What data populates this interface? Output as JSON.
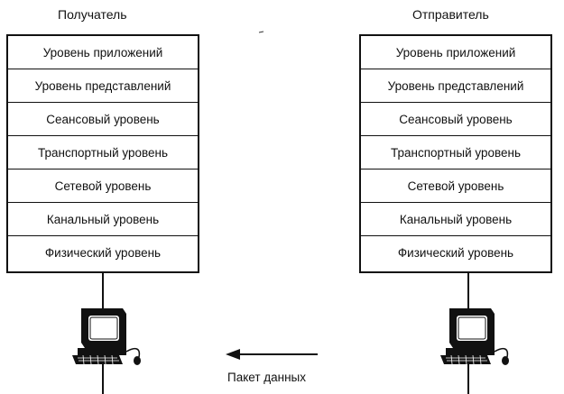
{
  "receiver": {
    "title": "Получатель",
    "layers": [
      "Уровень приложений",
      "Уровень представлений",
      "Сеансовый уровень",
      "Транспортный уровень",
      "Сетевой уровень",
      "Канальный уровень",
      "Физический уровень"
    ],
    "computer_icon": "desktop-computer-icon"
  },
  "sender": {
    "title": "Отправитель",
    "layers": [
      "Уровень приложений",
      "Уровень представлений",
      "Сеансовый уровень",
      "Транспортный уровень",
      "Сетевой уровень",
      "Канальный уровень",
      "Физический уровень"
    ],
    "computer_icon": "desktop-computer-icon"
  },
  "packet": {
    "label": "Пакет данных",
    "direction": "right-to-left",
    "arrow_icon": "arrow-left-icon"
  }
}
